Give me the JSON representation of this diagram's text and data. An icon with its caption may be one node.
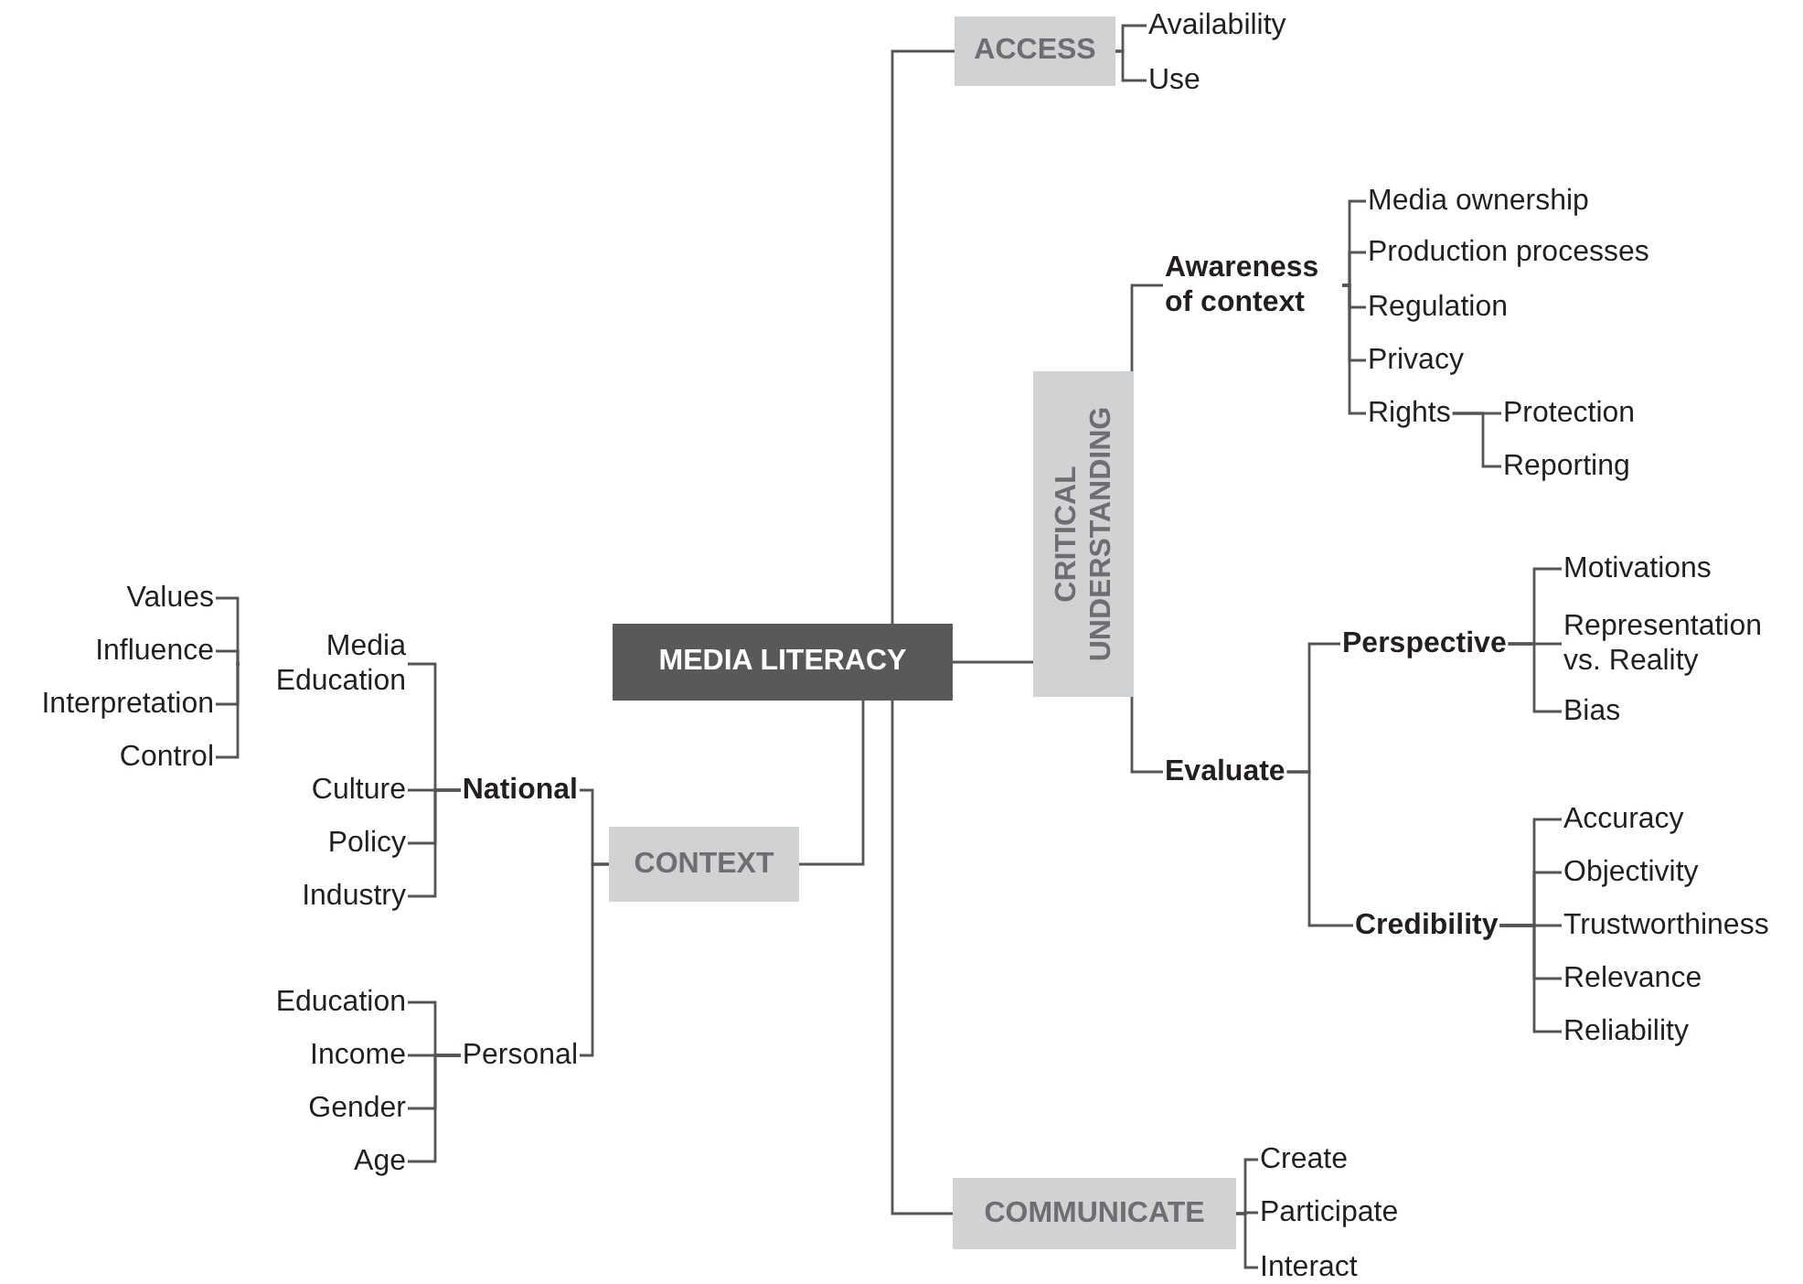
{
  "diagram": {
    "nodes": [
      {
        "text": [
          "MEDIA LITERACY"
        ]
      },
      {
        "text": [
          "ACCESS"
        ]
      },
      {
        "text": [
          "Availability"
        ]
      },
      {
        "text": [
          "Use"
        ]
      },
      {
        "text": [
          "CRITICAL UNDERSTANDING"
        ]
      },
      {
        "text": [
          "Awareness of context"
        ]
      },
      {
        "text": [
          "Media ownership"
        ]
      },
      {
        "text": [
          "Production processes"
        ]
      },
      {
        "text": [
          "Regulation"
        ]
      },
      {
        "text": [
          "Privacy"
        ]
      },
      {
        "text": [
          "Rights"
        ]
      },
      {
        "text": [
          "Protection"
        ]
      },
      {
        "text": [
          "Reporting"
        ]
      },
      {
        "text": [
          "Evaluate"
        ]
      },
      {
        "text": [
          "Perspective"
        ]
      },
      {
        "text": [
          "Motivations"
        ]
      },
      {
        "text": [
          "Representation vs. Reality"
        ]
      },
      {
        "text": [
          "Bias"
        ]
      },
      {
        "text": [
          "Credibility"
        ]
      },
      {
        "text": [
          "Accuracy"
        ]
      },
      {
        "text": [
          "Objectivity"
        ]
      },
      {
        "text": [
          "Trustworthiness"
        ]
      },
      {
        "text": [
          "Relevance"
        ]
      },
      {
        "text": [
          "Reliability"
        ]
      },
      {
        "text": [
          "CONTEXT"
        ]
      },
      {
        "text": [
          "National"
        ]
      },
      {
        "text": [
          "Media Education"
        ]
      },
      {
        "text": [
          "Values"
        ]
      },
      {
        "text": [
          "Influence"
        ]
      },
      {
        "text": [
          "Interpretation"
        ]
      },
      {
        "text": [
          "Control"
        ]
      },
      {
        "text": [
          "Culture"
        ]
      },
      {
        "text": [
          "Policy"
        ]
      },
      {
        "text": [
          "Industry"
        ]
      },
      {
        "text": [
          "Personal"
        ]
      },
      {
        "text": [
          "Education"
        ]
      },
      {
        "text": [
          "Income"
        ]
      },
      {
        "text": [
          "Gender"
        ]
      },
      {
        "text": [
          "Age"
        ]
      },
      {
        "text": [
          "COMMUNICATE"
        ]
      },
      {
        "text": [
          "Create"
        ]
      },
      {
        "text": [
          "Participate"
        ]
      },
      {
        "text": [
          "Interact"
        ]
      }
    ],
    "edges": [
      {
        "from": 0,
        "to": 1,
        "arrow": "none"
      },
      {
        "from": 1,
        "to": 2,
        "arrow": "none"
      },
      {
        "from": 1,
        "to": 3,
        "arrow": "none"
      },
      {
        "from": 0,
        "to": 4,
        "arrow": "none"
      },
      {
        "from": 4,
        "to": 5,
        "arrow": "none"
      },
      {
        "from": 5,
        "to": 6,
        "arrow": "none"
      },
      {
        "from": 5,
        "to": 7,
        "arrow": "none"
      },
      {
        "from": 5,
        "to": 8,
        "arrow": "none"
      },
      {
        "from": 5,
        "to": 9,
        "arrow": "none"
      },
      {
        "from": 5,
        "to": 10,
        "arrow": "none"
      },
      {
        "from": 10,
        "to": 11,
        "arrow": "none"
      },
      {
        "from": 10,
        "to": 12,
        "arrow": "none"
      },
      {
        "from": 4,
        "to": 13,
        "arrow": "none"
      },
      {
        "from": 13,
        "to": 14,
        "arrow": "none"
      },
      {
        "from": 13,
        "to": 18,
        "arrow": "none"
      },
      {
        "from": 14,
        "to": 15,
        "arrow": "none"
      },
      {
        "from": 14,
        "to": 16,
        "arrow": "none"
      },
      {
        "from": 14,
        "to": 17,
        "arrow": "none"
      },
      {
        "from": 18,
        "to": 19,
        "arrow": "none"
      },
      {
        "from": 18,
        "to": 20,
        "arrow": "none"
      },
      {
        "from": 18,
        "to": 21,
        "arrow": "none"
      },
      {
        "from": 18,
        "to": 22,
        "arrow": "none"
      },
      {
        "from": 18,
        "to": 23,
        "arrow": "none"
      },
      {
        "from": 0,
        "to": 24,
        "arrow": "none"
      },
      {
        "from": 24,
        "to": 25,
        "arrow": "none"
      },
      {
        "from": 24,
        "to": 34,
        "arrow": "none"
      },
      {
        "from": 25,
        "to": 26,
        "arrow": "none"
      },
      {
        "from": 25,
        "to": 31,
        "arrow": "none"
      },
      {
        "from": 25,
        "to": 32,
        "arrow": "none"
      },
      {
        "from": 25,
        "to": 33,
        "arrow": "none"
      },
      {
        "from": 26,
        "to": 27,
        "arrow": "none"
      },
      {
        "from": 26,
        "to": 28,
        "arrow": "none"
      },
      {
        "from": 26,
        "to": 29,
        "arrow": "none"
      },
      {
        "from": 26,
        "to": 30,
        "arrow": "none"
      },
      {
        "from": 34,
        "to": 35,
        "arrow": "none"
      },
      {
        "from": 34,
        "to": 36,
        "arrow": "none"
      },
      {
        "from": 34,
        "to": 37,
        "arrow": "none"
      },
      {
        "from": 34,
        "to": 38,
        "arrow": "none"
      },
      {
        "from": 0,
        "to": 39,
        "arrow": "none"
      },
      {
        "from": 39,
        "to": 40,
        "arrow": "none"
      },
      {
        "from": 39,
        "to": 41,
        "arrow": "none"
      },
      {
        "from": 39,
        "to": 42,
        "arrow": "none"
      }
    ]
  }
}
